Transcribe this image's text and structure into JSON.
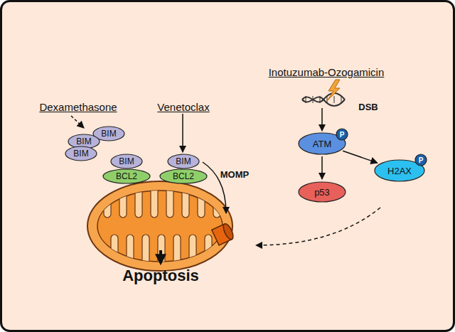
{
  "diagram": {
    "nodes": [
      {
        "text": [
          "BIM"
        ]
      },
      {
        "text": [
          "BIM"
        ]
      },
      {
        "text": [
          "BIM"
        ]
      },
      {
        "text": [
          "BIM"
        ]
      },
      {
        "text": [
          "BCL2"
        ]
      },
      {
        "text": [
          "BIM"
        ]
      },
      {
        "text": [
          "BCL2"
        ]
      },
      {
        "text": [
          "ATM"
        ]
      },
      {
        "text": [
          "P"
        ],
        "in": 7
      },
      {
        "text": [
          "p53"
        ]
      },
      {
        "text": [
          "H2AX"
        ]
      },
      {
        "text": [
          "P"
        ],
        "in": 10
      }
    ],
    "edges": [
      {
        "from": 7,
        "to": 9,
        "arrow": "to"
      },
      {
        "from": 7,
        "to": 10,
        "arrow": "to"
      }
    ],
    "labels": [
      "Inotuzumab-Ozogamicin",
      "Dexamethasone",
      "Venetoclax",
      "DSB",
      "MOMP",
      "Apoptosis"
    ]
  }
}
